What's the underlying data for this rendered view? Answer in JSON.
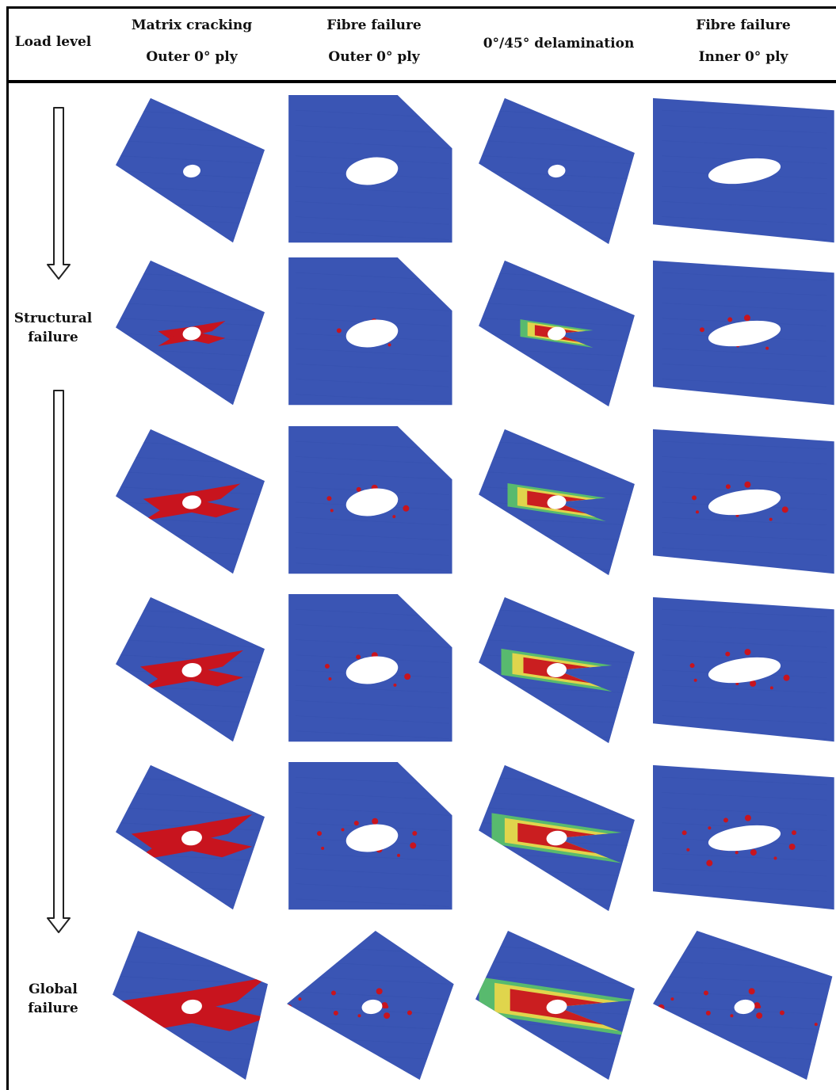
{
  "header": {
    "load_level": "Load level",
    "columns": [
      {
        "line1": "Matrix cracking",
        "line2": "Outer 0° ply"
      },
      {
        "line1": "Fibre failure",
        "line2": "Outer 0° ply"
      },
      {
        "line1": "0°/45° delamination",
        "line2": ""
      },
      {
        "line1": "Fibre failure",
        "line2": "Inner 0° ply"
      }
    ]
  },
  "row_labels": {
    "structural": {
      "line1": "Structural",
      "line2": "failure"
    },
    "global": {
      "line1": "Global",
      "line2": "failure"
    }
  },
  "colors": {
    "plate_blue": "#3a55b4",
    "damage_red": "#c8141e",
    "delam_green": "#5ac06a",
    "delam_yellow": "#e8d64a",
    "hole_white": "#ffffff"
  },
  "load_levels": 6,
  "damage_stage": [
    [
      0.05,
      0.02,
      0.05,
      0.0
    ],
    [
      0.3,
      0.2,
      0.35,
      0.3
    ],
    [
      0.55,
      0.45,
      0.55,
      0.5
    ],
    [
      0.6,
      0.5,
      0.65,
      0.55
    ],
    [
      0.75,
      0.7,
      0.8,
      0.75
    ],
    [
      1.0,
      1.0,
      1.0,
      1.0
    ]
  ]
}
